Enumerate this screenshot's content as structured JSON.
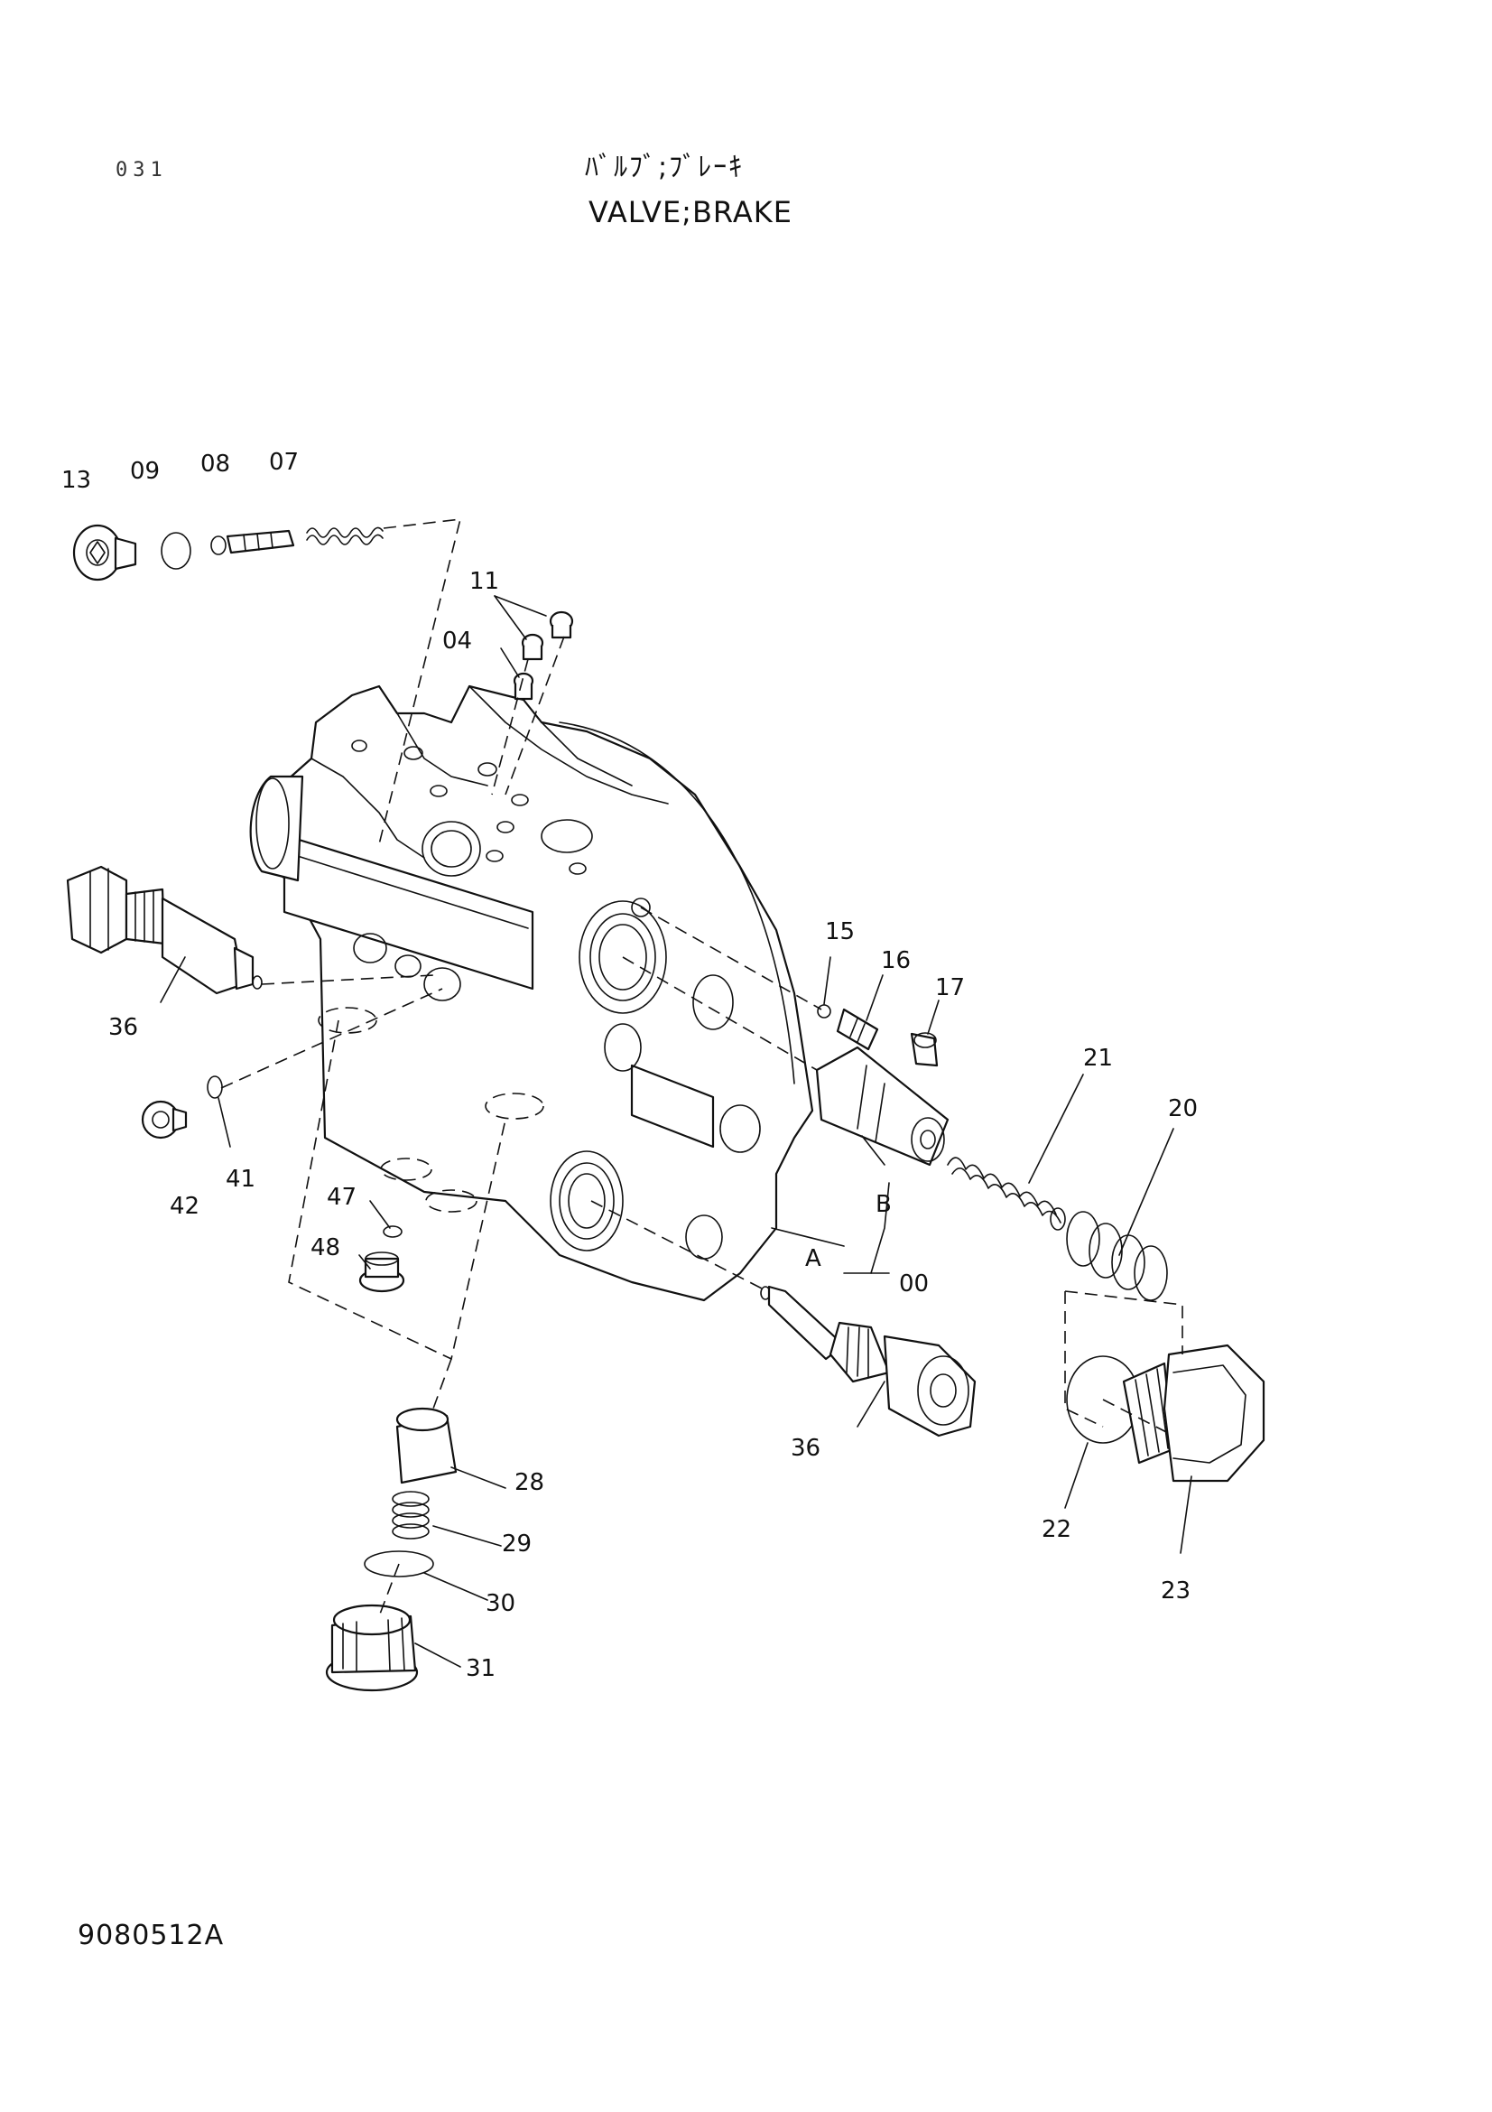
{
  "header": {
    "page_no": "031",
    "title_jp": "ﾊﾞﾙﾌﾞ;ﾌﾞﾚｰｷ",
    "title_en": "VALVE;BRAKE"
  },
  "footer": {
    "figure_code": "9080512A"
  },
  "callouts": {
    "c13": "13",
    "c09": "09",
    "c08": "08",
    "c07": "07",
    "c11": "11",
    "c04": "04",
    "c15": "15",
    "c16": "16",
    "c17": "17",
    "c21": "21",
    "c20": "20",
    "c36a": "36",
    "c36b": "36",
    "c41": "41",
    "c42": "42",
    "c47": "47",
    "c48": "48",
    "cB": "B",
    "cA": "A",
    "c00": "00",
    "c28": "28",
    "c29": "29",
    "c30": "30",
    "c31": "31",
    "c22": "22",
    "c23": "23"
  }
}
